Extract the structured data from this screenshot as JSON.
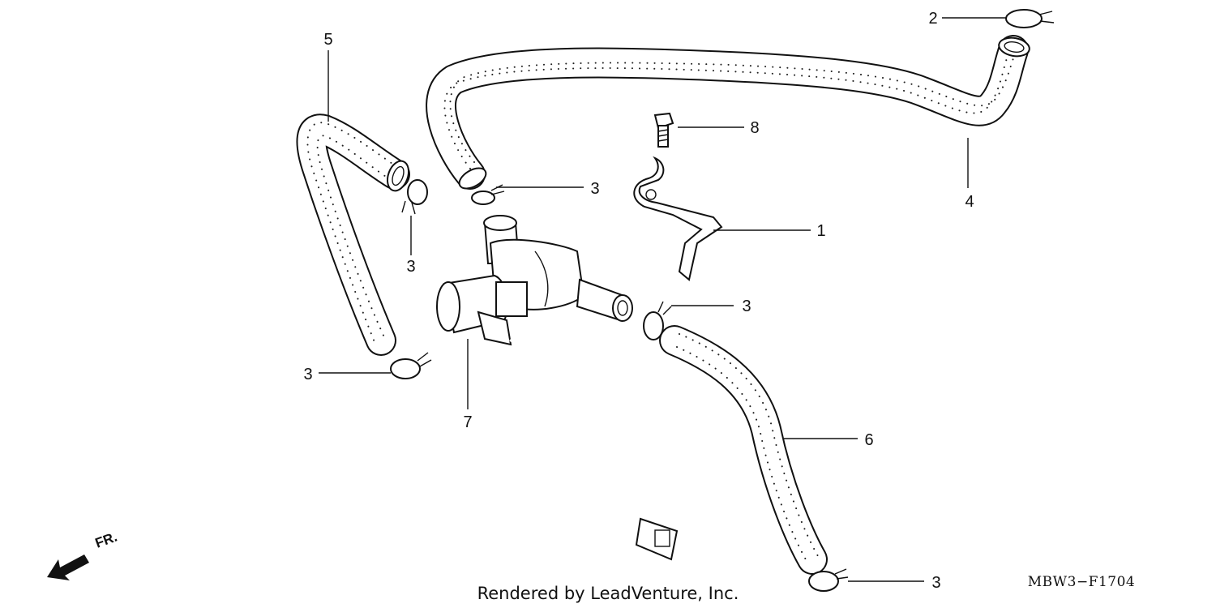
{
  "callouts": [
    {
      "id": "c5",
      "label": "5"
    },
    {
      "id": "c2",
      "label": "2"
    },
    {
      "id": "c8",
      "label": "8"
    },
    {
      "id": "c3a",
      "label": "3"
    },
    {
      "id": "c4",
      "label": "4"
    },
    {
      "id": "c1",
      "label": "1"
    },
    {
      "id": "c3b",
      "label": "3"
    },
    {
      "id": "c3c",
      "label": "3"
    },
    {
      "id": "c3d",
      "label": "3"
    },
    {
      "id": "c7",
      "label": "7"
    },
    {
      "id": "c6",
      "label": "6"
    },
    {
      "id": "c3e",
      "label": "3"
    }
  ],
  "footer": {
    "credit": "Rendered by LeadVenture, Inc.",
    "diagram_code": "MBW3−F1704"
  },
  "direction_marker": {
    "label": "FR.",
    "icon": "front-direction-arrow-icon"
  }
}
